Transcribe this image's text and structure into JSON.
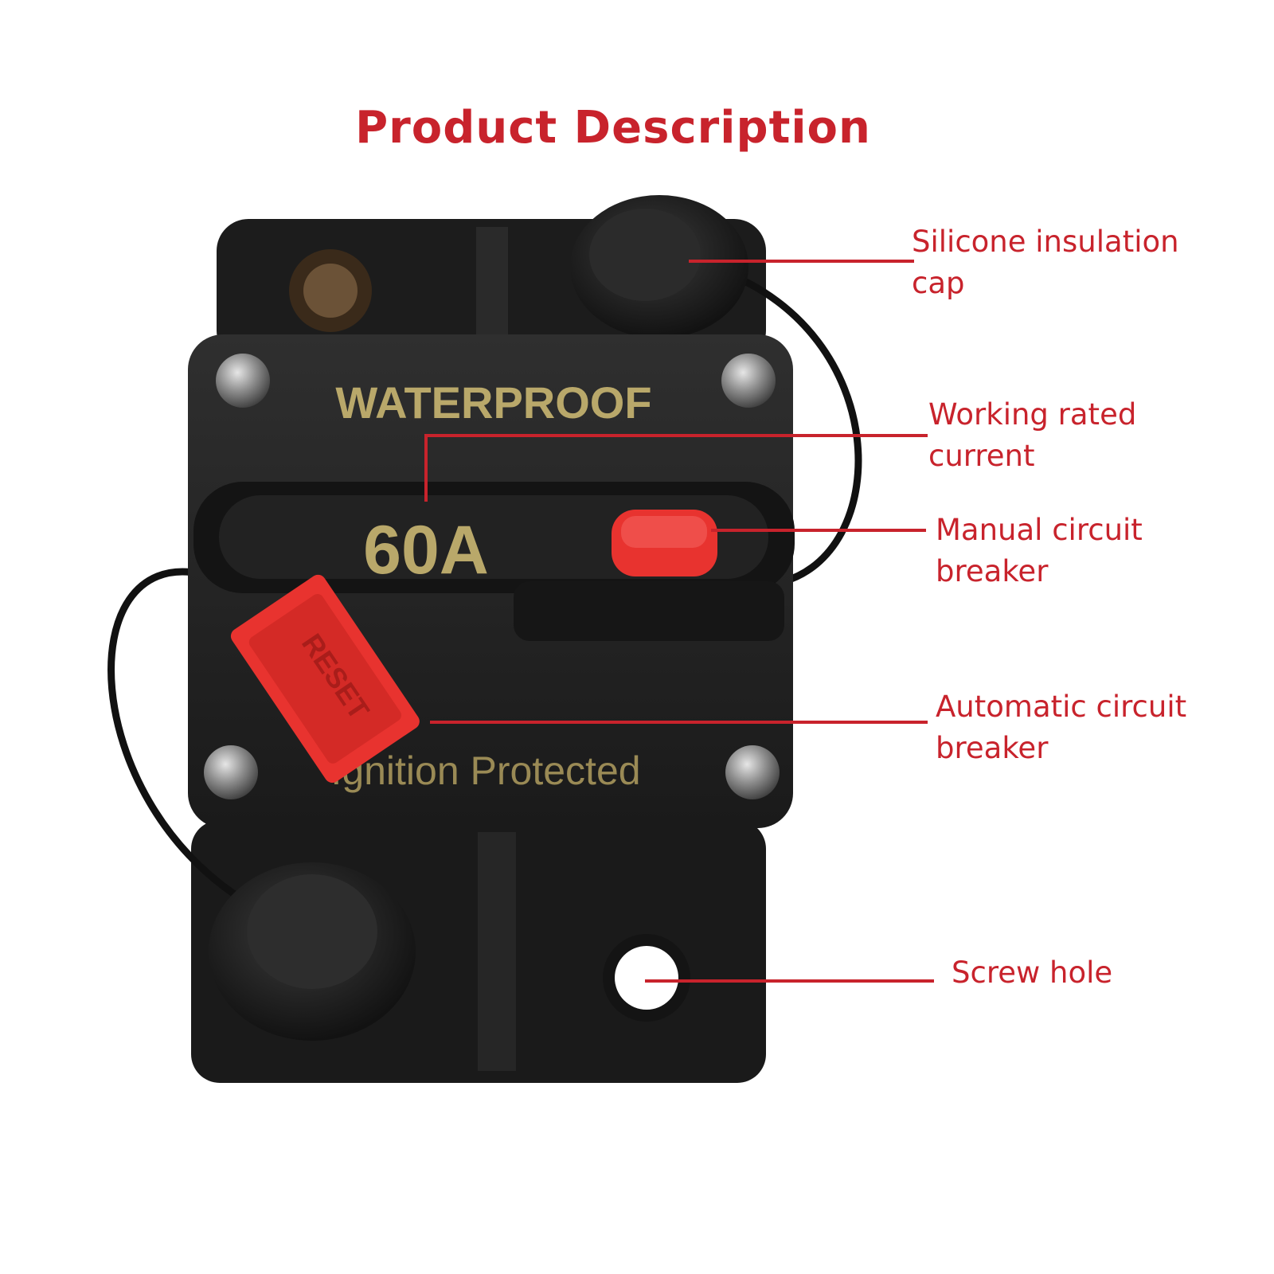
{
  "page_title": "Product Description",
  "product_labels": {
    "top_print": "WATERPROOF",
    "rating": "60A",
    "bottom_print": "Ignition Protected",
    "lever_print": "RESET"
  },
  "callouts": [
    {
      "id": "silicone-cap",
      "text": "Silicone insulation\ncap"
    },
    {
      "id": "rated-current",
      "text": "Working rated\ncurrent"
    },
    {
      "id": "manual-breaker",
      "text": "Manual circuit\nbreaker"
    },
    {
      "id": "automatic-breaker",
      "text": "Automatic circuit\nbreaker"
    },
    {
      "id": "screw-hole",
      "text": "Screw hole"
    }
  ],
  "colors": {
    "accent": "#c8232c",
    "housing": "#1e1e1e",
    "gold_print": "#b9a86a",
    "reset_red": "#e8332f"
  }
}
